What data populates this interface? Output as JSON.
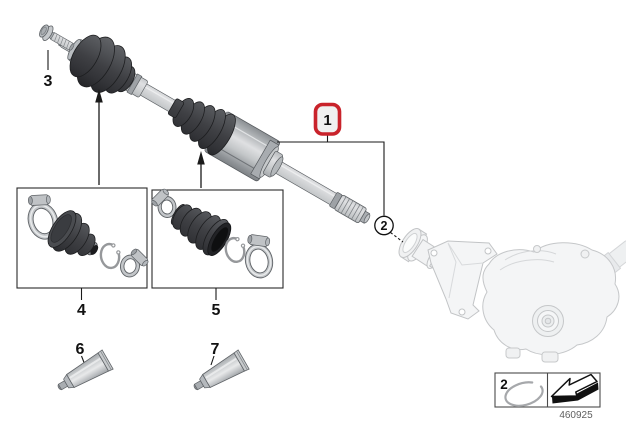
{
  "diagram": {
    "callouts": {
      "c1": {
        "label": "1",
        "highlighted": true
      },
      "c2": {
        "label": "2"
      },
      "c3": {
        "label": "3"
      },
      "c4": {
        "label": "4"
      },
      "c5": {
        "label": "5"
      },
      "c6": {
        "label": "6"
      },
      "c7": {
        "label": "7"
      }
    },
    "legend": {
      "item_label": "2",
      "symbols": [
        "snap-ring-icon",
        "direction-arrow-icon"
      ]
    },
    "part_number": "460925",
    "colors": {
      "highlight_red": "#c9232b",
      "boot_dark": "#3f4044",
      "metal_gray": "#b7babd",
      "faded_part_gray": "#c7c9cb",
      "line_black": "#1a1a1a"
    }
  }
}
